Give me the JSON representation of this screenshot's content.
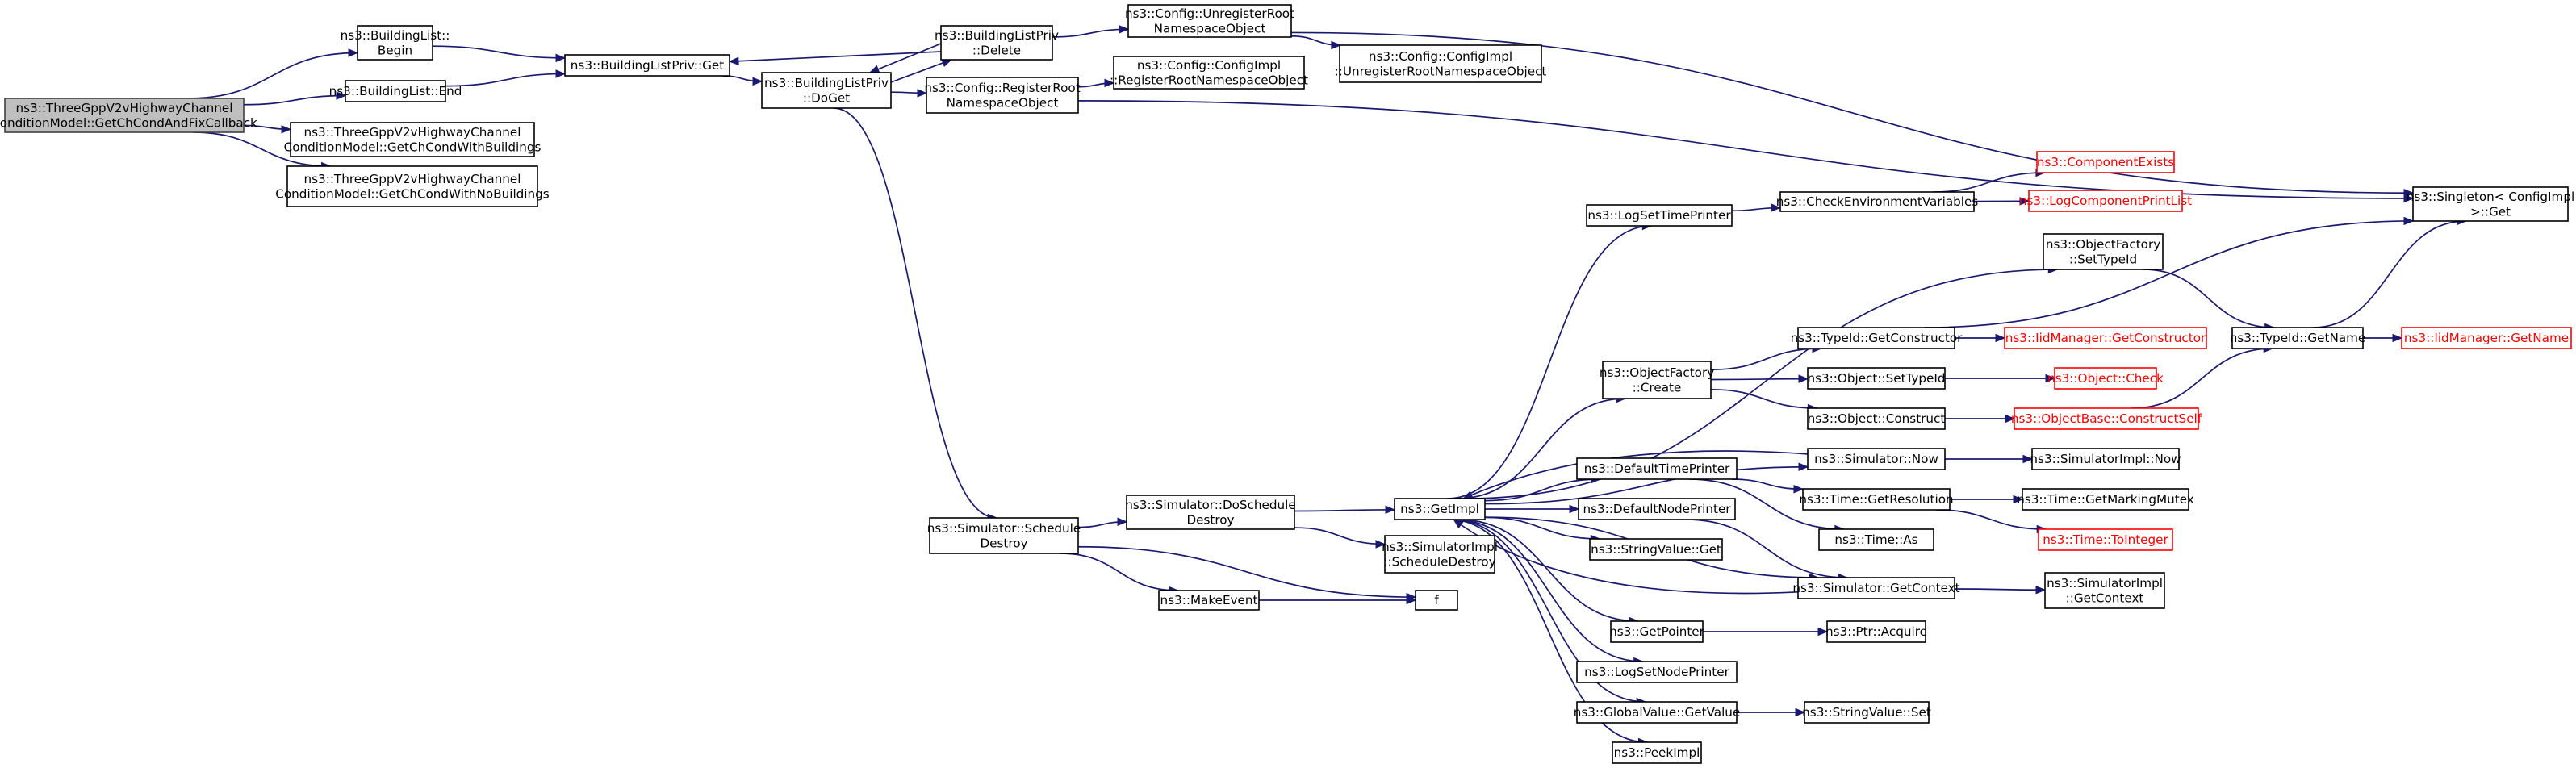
{
  "nodes": {
    "root": {
      "lines": [
        "ns3::ThreeGppV2vHighwayChannel",
        "ConditionModel::GetChCondAndFixCallback"
      ],
      "root": true
    },
    "blBegin": {
      "lines": [
        "ns3::BuildingList::",
        "Begin"
      ]
    },
    "blEnd": {
      "lines": [
        "ns3::BuildingList::End"
      ]
    },
    "withB": {
      "lines": [
        "ns3::ThreeGppV2vHighwayChannel",
        "ConditionModel::GetChCondWithBuildings"
      ]
    },
    "noB": {
      "lines": [
        "ns3::ThreeGppV2vHighwayChannel",
        "ConditionModel::GetChCondWithNoBuildings"
      ]
    },
    "blpGet": {
      "lines": [
        "ns3::BuildingListPriv::Get"
      ]
    },
    "blpDelete": {
      "lines": [
        "ns3::BuildingListPriv",
        "::Delete"
      ]
    },
    "blpDoGet": {
      "lines": [
        "ns3::BuildingListPriv",
        "::DoGet"
      ]
    },
    "cfgUnreg": {
      "lines": [
        "ns3::Config::UnregisterRoot",
        "NamespaceObject"
      ]
    },
    "cfgImplUnreg": {
      "lines": [
        "ns3::Config::ConfigImpl",
        "::UnregisterRootNamespaceObject"
      ]
    },
    "cfgReg": {
      "lines": [
        "ns3::Config::RegisterRoot",
        "NamespaceObject"
      ]
    },
    "cfgImplReg": {
      "lines": [
        "ns3::Config::ConfigImpl",
        "::RegisterRootNamespaceObject"
      ]
    },
    "singleton": {
      "lines": [
        "ns3::Singleton< ConfigImpl",
        " >::Get"
      ]
    },
    "simSched": {
      "lines": [
        "ns3::Simulator::Schedule",
        "Destroy"
      ]
    },
    "simDoSched": {
      "lines": [
        "ns3::Simulator::DoSchedule",
        "Destroy"
      ]
    },
    "makeEvent": {
      "lines": [
        "ns3::MakeEvent"
      ]
    },
    "getImpl": {
      "lines": [
        "ns3::GetImpl"
      ]
    },
    "simImplSched": {
      "lines": [
        "ns3::SimulatorImpl",
        "::ScheduleDestroy"
      ]
    },
    "f": {
      "lines": [
        "f"
      ]
    },
    "logSetTime": {
      "lines": [
        "ns3::LogSetTimePrinter"
      ]
    },
    "checkEnv": {
      "lines": [
        "ns3::CheckEnvironmentVariables"
      ]
    },
    "compExists": {
      "lines": [
        "ns3::ComponentExists"
      ],
      "red": true
    },
    "logCompPrint": {
      "lines": [
        "ns3::LogComponentPrintList"
      ],
      "red": true
    },
    "ofSetTypeId": {
      "lines": [
        "ns3::ObjectFactory",
        "::SetTypeId"
      ]
    },
    "ofCreate": {
      "lines": [
        "ns3::ObjectFactory",
        "::Create"
      ]
    },
    "typeIdGetCtor": {
      "lines": [
        "ns3::TypeId::GetConstructor"
      ]
    },
    "iidGetCtor": {
      "lines": [
        "ns3::IidManager::GetConstructor"
      ],
      "red": true
    },
    "objSetTypeId": {
      "lines": [
        "ns3::Object::SetTypeId"
      ]
    },
    "objCheck": {
      "lines": [
        "ns3::Object::Check"
      ],
      "red": true
    },
    "objConstruct": {
      "lines": [
        "ns3::Object::Construct"
      ]
    },
    "objBaseCS": {
      "lines": [
        "ns3::ObjectBase::ConstructSelf"
      ],
      "red": true
    },
    "typeIdGetName": {
      "lines": [
        "ns3::TypeId::GetName"
      ]
    },
    "iidGetName": {
      "lines": [
        "ns3::IidManager::GetName"
      ],
      "red": true
    },
    "defTime": {
      "lines": [
        "ns3::DefaultTimePrinter"
      ]
    },
    "simNow": {
      "lines": [
        "ns3::Simulator::Now"
      ]
    },
    "simImplNow": {
      "lines": [
        "ns3::SimulatorImpl::Now"
      ]
    },
    "timeGetRes": {
      "lines": [
        "ns3::Time::GetResolution"
      ]
    },
    "timeMutex": {
      "lines": [
        "ns3::Time::GetMarkingMutex"
      ]
    },
    "timeToInt": {
      "lines": [
        "ns3::Time::ToInteger"
      ],
      "red": true
    },
    "timeAs": {
      "lines": [
        "ns3::Time::As"
      ]
    },
    "defNode": {
      "lines": [
        "ns3::DefaultNodePrinter"
      ]
    },
    "strGet": {
      "lines": [
        "ns3::StringValue::Get"
      ]
    },
    "simGetCtx": {
      "lines": [
        "ns3::Simulator::GetContext"
      ]
    },
    "simImplGetCtx": {
      "lines": [
        "ns3::SimulatorImpl",
        "::GetContext"
      ]
    },
    "getPointer": {
      "lines": [
        "ns3::GetPointer"
      ]
    },
    "ptrAcquire": {
      "lines": [
        "ns3::Ptr::Acquire"
      ]
    },
    "logSetNode": {
      "lines": [
        "ns3::LogSetNodePrinter"
      ]
    },
    "gvGetValue": {
      "lines": [
        "ns3::GlobalValue::GetValue"
      ]
    },
    "strSet": {
      "lines": [
        "ns3::StringValue::Set"
      ]
    },
    "peekImpl": {
      "lines": [
        "ns3::PeekImpl"
      ]
    }
  },
  "edges": [
    [
      "root",
      "blBegin"
    ],
    [
      "root",
      "blEnd"
    ],
    [
      "root",
      "withB"
    ],
    [
      "root",
      "noB"
    ],
    [
      "blBegin",
      "blpGet"
    ],
    [
      "blEnd",
      "blpGet"
    ],
    [
      "blpGet",
      "blpDoGet"
    ],
    [
      "blpDelete",
      "blpGet"
    ],
    [
      "blpDelete",
      "blpDoGet"
    ],
    [
      "blpDelete",
      "cfgUnreg"
    ],
    [
      "blpDoGet",
      "blpDelete"
    ],
    [
      "blpDoGet",
      "cfgReg"
    ],
    [
      "blpDoGet",
      "simSched"
    ],
    [
      "cfgUnreg",
      "cfgImplUnreg"
    ],
    [
      "cfgUnreg",
      "singleton"
    ],
    [
      "cfgReg",
      "cfgImplReg"
    ],
    [
      "cfgReg",
      "singleton"
    ],
    [
      "simSched",
      "simDoSched"
    ],
    [
      "simSched",
      "makeEvent"
    ],
    [
      "simSched",
      "f"
    ],
    [
      "simDoSched",
      "getImpl"
    ],
    [
      "simDoSched",
      "simImplSched"
    ],
    [
      "makeEvent",
      "f"
    ],
    [
      "getImpl",
      "logSetTime"
    ],
    [
      "getImpl",
      "ofSetTypeId"
    ],
    [
      "getImpl",
      "ofCreate"
    ],
    [
      "getImpl",
      "simNow"
    ],
    [
      "getImpl",
      "defTime"
    ],
    [
      "getImpl",
      "defNode"
    ],
    [
      "getImpl",
      "strGet"
    ],
    [
      "getImpl",
      "simGetCtx"
    ],
    [
      "getImpl",
      "getPointer"
    ],
    [
      "getImpl",
      "logSetNode"
    ],
    [
      "getImpl",
      "gvGetValue"
    ],
    [
      "getImpl",
      "peekImpl"
    ],
    [
      "logSetTime",
      "checkEnv"
    ],
    [
      "checkEnv",
      "compExists"
    ],
    [
      "checkEnv",
      "logCompPrint"
    ],
    [
      "ofSetTypeId",
      "typeIdGetName"
    ],
    [
      "ofCreate",
      "typeIdGetCtor"
    ],
    [
      "ofCreate",
      "objSetTypeId"
    ],
    [
      "ofCreate",
      "objConstruct"
    ],
    [
      "typeIdGetCtor",
      "iidGetCtor"
    ],
    [
      "typeIdGetCtor",
      "singleton"
    ],
    [
      "objSetTypeId",
      "objCheck"
    ],
    [
      "objConstruct",
      "objBaseCS"
    ],
    [
      "objBaseCS",
      "typeIdGetName"
    ],
    [
      "typeIdGetName",
      "iidGetName"
    ],
    [
      "typeIdGetName",
      "singleton"
    ],
    [
      "defTime",
      "timeGetRes"
    ],
    [
      "defTime",
      "timeAs"
    ],
    [
      "simNow",
      "simImplNow"
    ],
    [
      "timeGetRes",
      "timeMutex"
    ],
    [
      "timeGetRes",
      "timeToInt"
    ],
    [
      "defNode",
      "simGetCtx"
    ],
    [
      "simGetCtx",
      "simImplGetCtx"
    ],
    [
      "simGetCtx",
      "getImpl"
    ],
    [
      "simNow",
      "getImpl"
    ],
    [
      "getPointer",
      "ptrAcquire"
    ],
    [
      "gvGetValue",
      "strSet"
    ]
  ]
}
